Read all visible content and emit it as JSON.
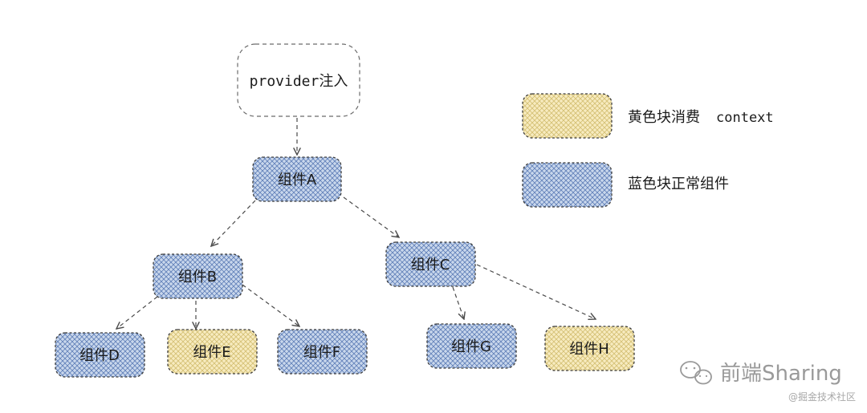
{
  "colors": {
    "blue_fill": "#c9d7ec",
    "blue_hatch": "#5f7fb8",
    "yellow_fill": "#f7ebbf",
    "yellow_hatch": "#d4bf73"
  },
  "provider": {
    "label": "provider注入"
  },
  "nodes": [
    {
      "id": "A",
      "label": "组件A",
      "kind": "blue"
    },
    {
      "id": "B",
      "label": "组件B",
      "kind": "blue"
    },
    {
      "id": "C",
      "label": "组件C",
      "kind": "blue"
    },
    {
      "id": "D",
      "label": "组件D",
      "kind": "blue"
    },
    {
      "id": "E",
      "label": "组件E",
      "kind": "yellow"
    },
    {
      "id": "F",
      "label": "组件F",
      "kind": "blue"
    },
    {
      "id": "G",
      "label": "组件G",
      "kind": "blue"
    },
    {
      "id": "H",
      "label": "组件H",
      "kind": "yellow"
    }
  ],
  "edges": [
    {
      "from": "provider",
      "to": "A"
    },
    {
      "from": "A",
      "to": "B"
    },
    {
      "from": "A",
      "to": "C"
    },
    {
      "from": "B",
      "to": "D"
    },
    {
      "from": "B",
      "to": "E"
    },
    {
      "from": "B",
      "to": "F"
    },
    {
      "from": "C",
      "to": "G"
    },
    {
      "from": "C",
      "to": "H"
    }
  ],
  "legend": {
    "yellow_label": "黄色块消费",
    "yellow_code": "context",
    "blue_label": "蓝色块正常组件"
  },
  "watermark": {
    "main": "前端Sharing",
    "sub": "@掘金技术社区",
    "icon": "wechat-icon"
  }
}
